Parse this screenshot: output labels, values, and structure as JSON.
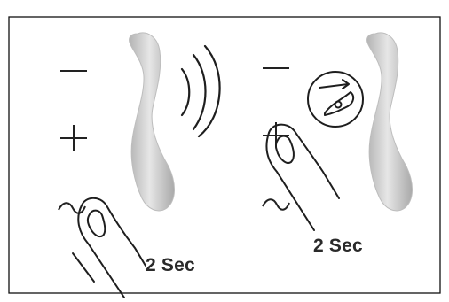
{
  "instruction_panels": [
    {
      "duration_label": "2 Sec",
      "button_symbols": [
        "−",
        "+",
        "~"
      ],
      "illustration": "device-with-vibration-waves"
    },
    {
      "duration_label": "2 Sec",
      "button_symbols": [
        "−",
        "+",
        "~"
      ],
      "illustration": "device-with-app-mode-icon"
    }
  ],
  "colors": {
    "device": "#c9c9c9",
    "line": "#1e1e1e",
    "border": "#111111"
  }
}
